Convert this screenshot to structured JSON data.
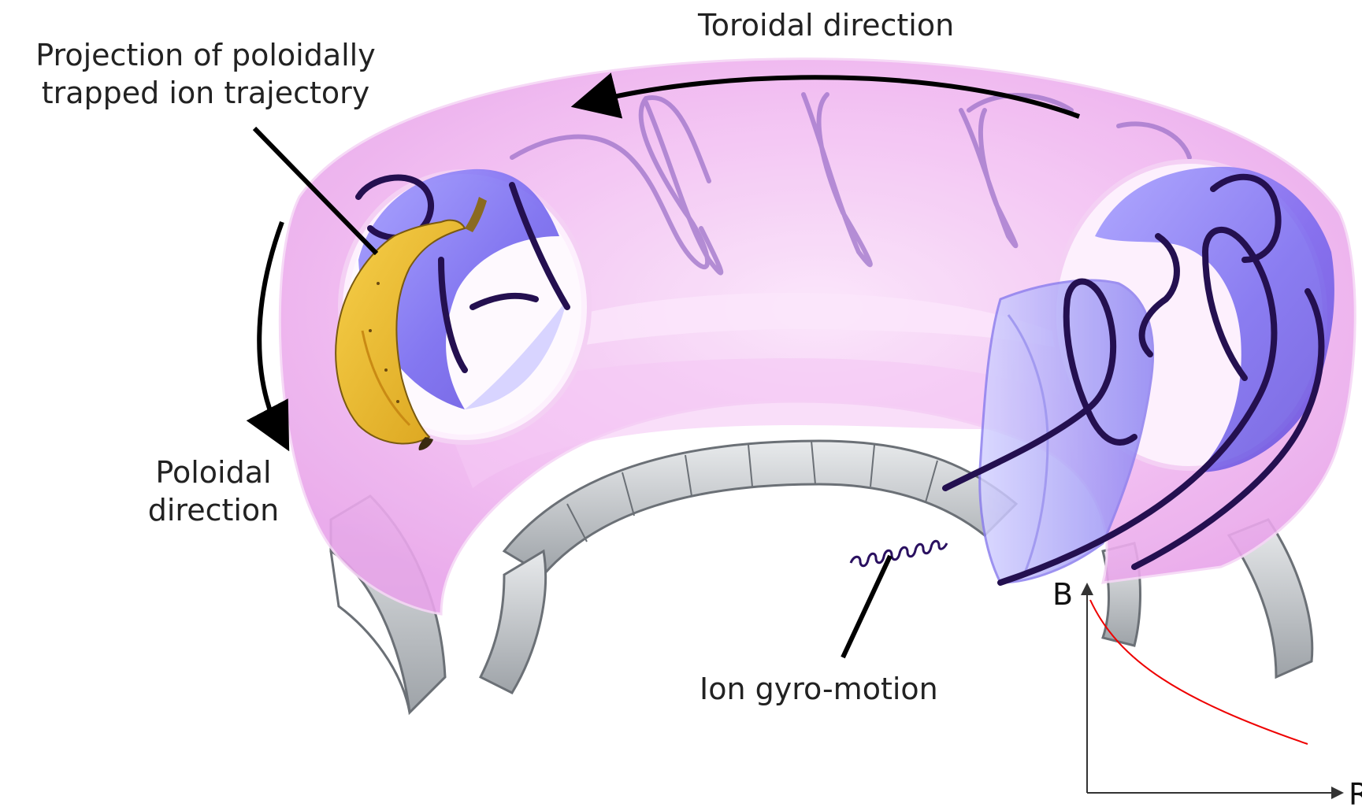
{
  "labels": {
    "toroidal": "Toroidal direction",
    "projection_line1": "Projection of poloidally",
    "projection_line2": "trapped ion trajectory",
    "poloidal_line1": "Poloidal",
    "poloidal_line2": "direction",
    "gyro": "Ion gyro-motion"
  },
  "inset_plot": {
    "y_axis_label": "B",
    "x_axis_label": "R",
    "curve": "decreasing"
  },
  "colors": {
    "torus_surface": "#f0b8f0",
    "torus_edge": "#f8d8f8",
    "flux_surface": "#7a6cf0",
    "trajectory": "#2a1060",
    "coils": "#c4c8cc",
    "banana_fill": "#f2c230",
    "arrows": "#000000",
    "inset_curve": "#ee0000",
    "inset_axes": "#333333"
  }
}
